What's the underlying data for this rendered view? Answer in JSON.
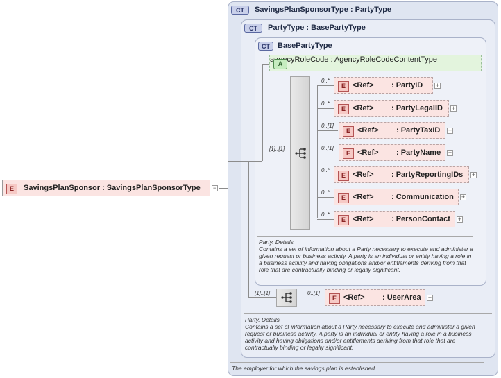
{
  "root": {
    "badge": "E",
    "name": "SavingsPlanSponsor : SavingsPlanSponsorType"
  },
  "outer": {
    "badge": "CT",
    "title": "SavingsPlanSponsorType : PartyType",
    "documentation": "The employer for which the savings plan is established."
  },
  "middle": {
    "badge": "CT",
    "title": "PartyType : BasePartyType",
    "doc_title": "Party. Details",
    "doc_text": "Contains a set of information about a Party necessary to execute and administer a given request or business activity. A party is an individual or entity having a role in a business activity and having obligations and/or entitlements deriving from that role that are contractually binding or legally significant."
  },
  "inner": {
    "badge": "CT",
    "title": "BasePartyType",
    "doc_title": "Party. Details",
    "doc_text": "Contains a set of information about a Party necessary to execute and administer a given request or business activity. A party is an individual or entity having a role in a business activity and having obligations and/or entitlements deriving from that role that are contractually binding or legally significant."
  },
  "attribute": {
    "badge": "A",
    "name": "agencyRoleCode : AgencyRoleCodeContentType"
  },
  "sequence1": {
    "occurs": "[1]..[1]"
  },
  "sequence2": {
    "occurs": "[1]..[1]"
  },
  "elements": [
    {
      "badge": "E",
      "ref": "<Ref>",
      "name": ": PartyID",
      "occurs": "0..*"
    },
    {
      "badge": "E",
      "ref": "<Ref>",
      "name": ": PartyLegalID",
      "occurs": "0..*"
    },
    {
      "badge": "E",
      "ref": "<Ref>",
      "name": ": PartyTaxID",
      "occurs": "0..[1]"
    },
    {
      "badge": "E",
      "ref": "<Ref>",
      "name": ": PartyName",
      "occurs": "0..[1]"
    },
    {
      "badge": "E",
      "ref": "<Ref>",
      "name": ": PartyReportingIDs",
      "occurs": "0..*"
    },
    {
      "badge": "E",
      "ref": "<Ref>",
      "name": ": Communication",
      "occurs": "0..*"
    },
    {
      "badge": "E",
      "ref": "<Ref>",
      "name": ": PersonContact",
      "occurs": "0..*"
    }
  ],
  "userarea": {
    "badge": "E",
    "ref": "<Ref>",
    "name": ": UserArea",
    "occurs": "0..[1]"
  },
  "expand_symbol": "+",
  "collapse_symbol": "−"
}
